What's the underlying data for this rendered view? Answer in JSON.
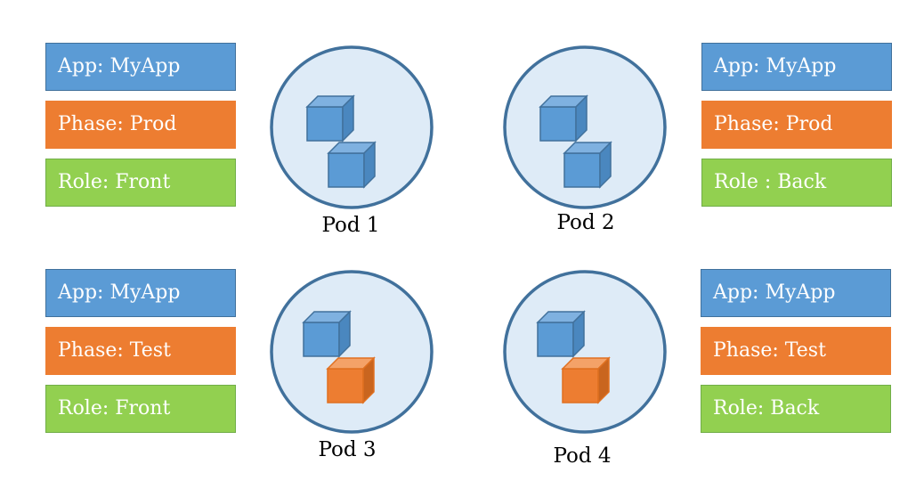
{
  "colors": {
    "label_app": "#5b9bd5",
    "label_phase": "#ed7d31",
    "label_role": "#92d050",
    "pod_fill": "#deebf7",
    "pod_stroke": "#41719c",
    "cube_blue": "#5b9bd5",
    "cube_orange": "#ed7d31"
  },
  "pods": [
    {
      "name": "Pod 1",
      "labels": {
        "app": "App: MyApp",
        "phase": "Prod",
        "phase_text": "Phase: Prod",
        "role_text": "Role: Front"
      },
      "containers": [
        "blue-cube",
        "blue-cube"
      ]
    },
    {
      "name": "Pod 2",
      "labels": {
        "app": "App: MyApp",
        "phase_text": "Phase: Prod",
        "role_text": "Role : Back"
      },
      "containers": [
        "blue-cube",
        "blue-cube"
      ]
    },
    {
      "name": "Pod 3",
      "labels": {
        "app": "App: MyApp",
        "phase_text": "Phase: Test",
        "role_text": "Role: Front"
      },
      "containers": [
        "blue-cube",
        "orange-cube"
      ]
    },
    {
      "name": "Pod 4",
      "labels": {
        "app": "App: MyApp",
        "phase_text": "Phase: Test",
        "role_text": "Role: Back"
      },
      "containers": [
        "blue-cube",
        "orange-cube"
      ]
    }
  ]
}
